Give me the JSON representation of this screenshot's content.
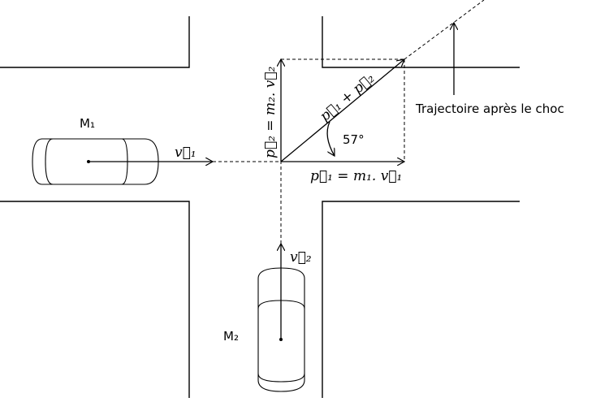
{
  "labels": {
    "mass1": "M₁",
    "mass2": "M₂",
    "v1": "v⃗₁",
    "v2": "v⃗₂",
    "p1": "p⃗₁ = m₁. v⃗₁",
    "p2": "p⃗₂ = m₂. v⃗₂",
    "psum": "p⃗₁ + p⃗₂",
    "angle": "57°",
    "trajectory": "Trajectoire après le choc"
  }
}
